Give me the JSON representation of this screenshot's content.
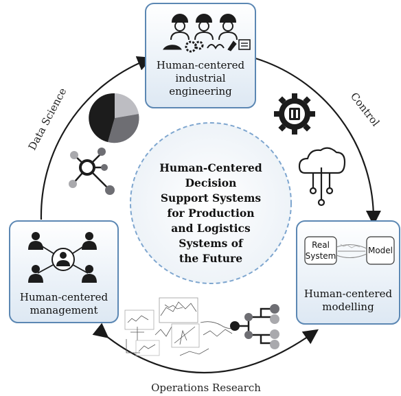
{
  "center": {
    "lines": [
      "Human-Centered",
      "Decision",
      "Support Systems",
      "for Production",
      "and Logistics",
      "Systems of",
      "the Future"
    ]
  },
  "boxes": {
    "top": {
      "lines": [
        "Human-centered",
        "industrial",
        "engineering"
      ]
    },
    "left": {
      "lines": [
        "Human-centered",
        "management"
      ]
    },
    "right": {
      "lines": [
        "Human-centered",
        "modelling"
      ]
    }
  },
  "arcs": {
    "data_science": "Data Science",
    "control": "Control",
    "operations_research": "Operations Research"
  },
  "model_diagram": {
    "real_system_line1": "Real",
    "real_system_line2": "System",
    "model": "Model"
  },
  "colors": {
    "box_border": "#5b87b3",
    "box_fill_top": "#ffffff",
    "box_fill_bottom": "#dde8f3",
    "center_border": "#7ea6cf",
    "arrow": "#1a1a1a",
    "icon_dark": "#1c1c1c",
    "icon_grey": "#a9a9ad"
  }
}
